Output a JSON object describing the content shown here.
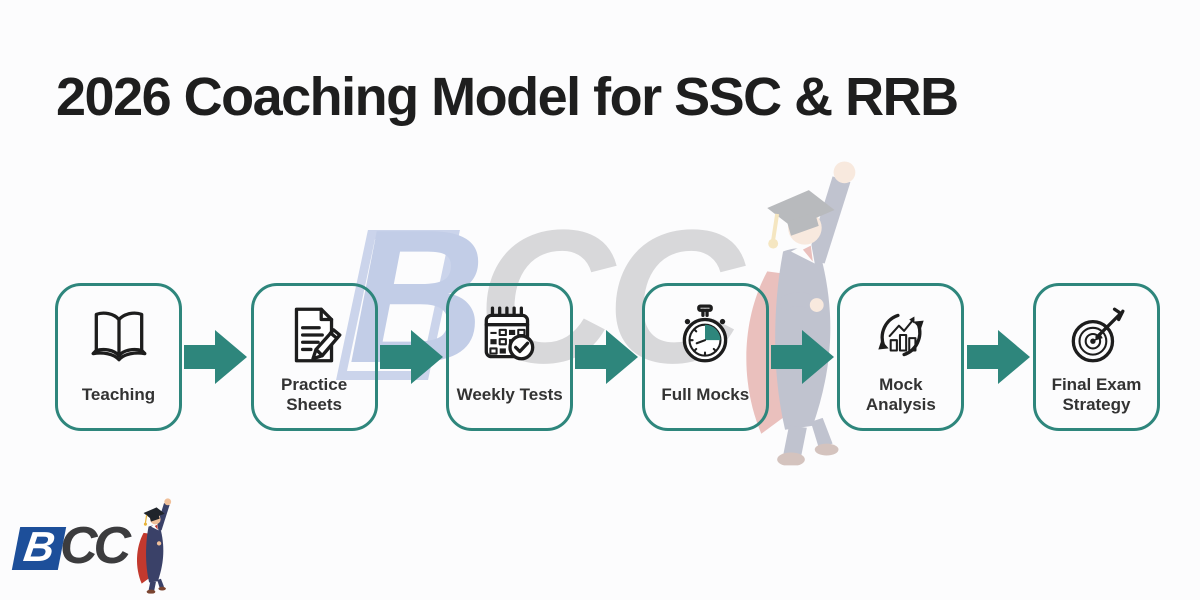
{
  "title": "2026 Coaching Model for SSC & RRB",
  "steps": [
    {
      "label": "Teaching",
      "icon": "book-icon"
    },
    {
      "label": "Practice Sheets",
      "icon": "document-pencil-icon"
    },
    {
      "label": "Weekly Tests",
      "icon": "calendar-check-icon"
    },
    {
      "label": "Full Mocks",
      "icon": "stopwatch-icon"
    },
    {
      "label": "Mock Analysis",
      "icon": "chart-refresh-icon"
    },
    {
      "label": "Final Exam Strategy",
      "icon": "target-dart-icon"
    }
  ],
  "logo": {
    "b": "B",
    "cc": "CC"
  },
  "watermark": {
    "b": "B",
    "cc": "CC"
  },
  "colors": {
    "teal": "#2E867C",
    "title-ink": "#1E1E1E",
    "label-ink": "#333333",
    "icon-ink": "#1D1D1D",
    "logo-blue": "#1D4F9A",
    "logo-gray": "#3C3C3E",
    "watermark-blue": "#C2CDE7",
    "watermark-gray": "#D8D8DA",
    "cape-red": "#C2392E",
    "gown-navy": "#3A4168",
    "background": "#FCFCFD"
  }
}
